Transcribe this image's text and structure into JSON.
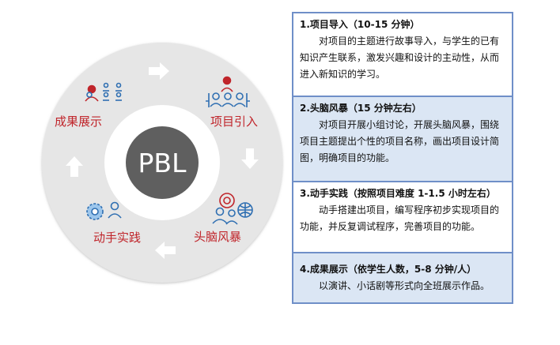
{
  "diagram": {
    "center": "PBL",
    "stages": [
      {
        "label": "项目引入",
        "icon": "people-group-icon"
      },
      {
        "label": "头脑风暴",
        "icon": "people-gears-icon"
      },
      {
        "label": "动手实践",
        "icon": "gear-person-icon"
      },
      {
        "label": "成果展示",
        "icon": "presenter-icon"
      }
    ],
    "colors": {
      "ring": "#e6e6e6",
      "center": "#5f5f5f",
      "label": "#c0252b",
      "icon": "#2f6fb2",
      "box_border": "#6f8fc8",
      "box_fill": "#dbe6f4"
    }
  },
  "steps": [
    {
      "title": "1.项目导入（10-15 分钟）",
      "body": "对项目的主题进行故事导入，与学生的已有知识产生联系，激发兴趣和设计的主动性，从而进入新知识的学习。"
    },
    {
      "title": "2.头脑风暴（15 分钟左右）",
      "body": "对项目开展小组讨论，开展头脑风暴，围绕项目主题提出个性的项目名称，画出项目设计简图，明确项目的功能。"
    },
    {
      "title": "3.动手实践（按照项目难度 1-1.5 小时左右）",
      "body": "动手搭建出项目，编写程序初步实现项目的功能，并反复调试程序，完善项目的功能。"
    },
    {
      "title": "4.成果展示（依学生人数，5-8 分钟/人）",
      "body": "以演讲、小话剧等形式向全班展示作品。"
    }
  ]
}
